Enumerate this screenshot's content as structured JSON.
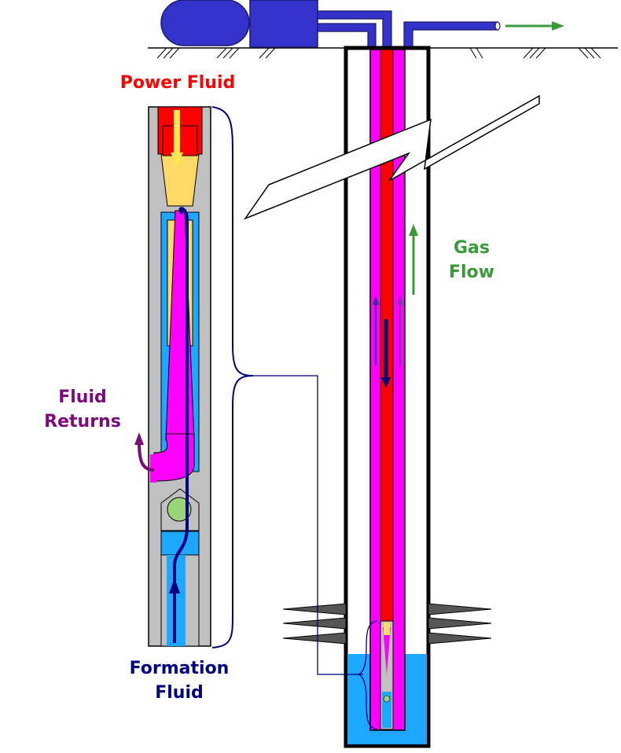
{
  "labels": {
    "power_fluid": "Power Fluid",
    "fluid_returns": [
      "Fluid",
      "Returns"
    ],
    "formation_fluid": [
      "Formation",
      "Fluid"
    ],
    "gas_flow": [
      "Gas",
      "Flow"
    ]
  },
  "colors": {
    "power_fluid": "#ff0000",
    "fluid_returns": "#7a0b7a",
    "formation_fluid": "#000080",
    "gas_flow": "#3a9a3a",
    "surface_equipment": "#3333cc",
    "return_channel": "#ff00ff",
    "formation_water": "#1ea7ff",
    "pump_body": "#c0c0c0",
    "nozzle_brass": "#ffd966",
    "casing": "#000000"
  },
  "icons": [
    "surface-tank-icon",
    "surface-pump-icon",
    "gas-flow-arrow-icon",
    "perforation-icon"
  ]
}
